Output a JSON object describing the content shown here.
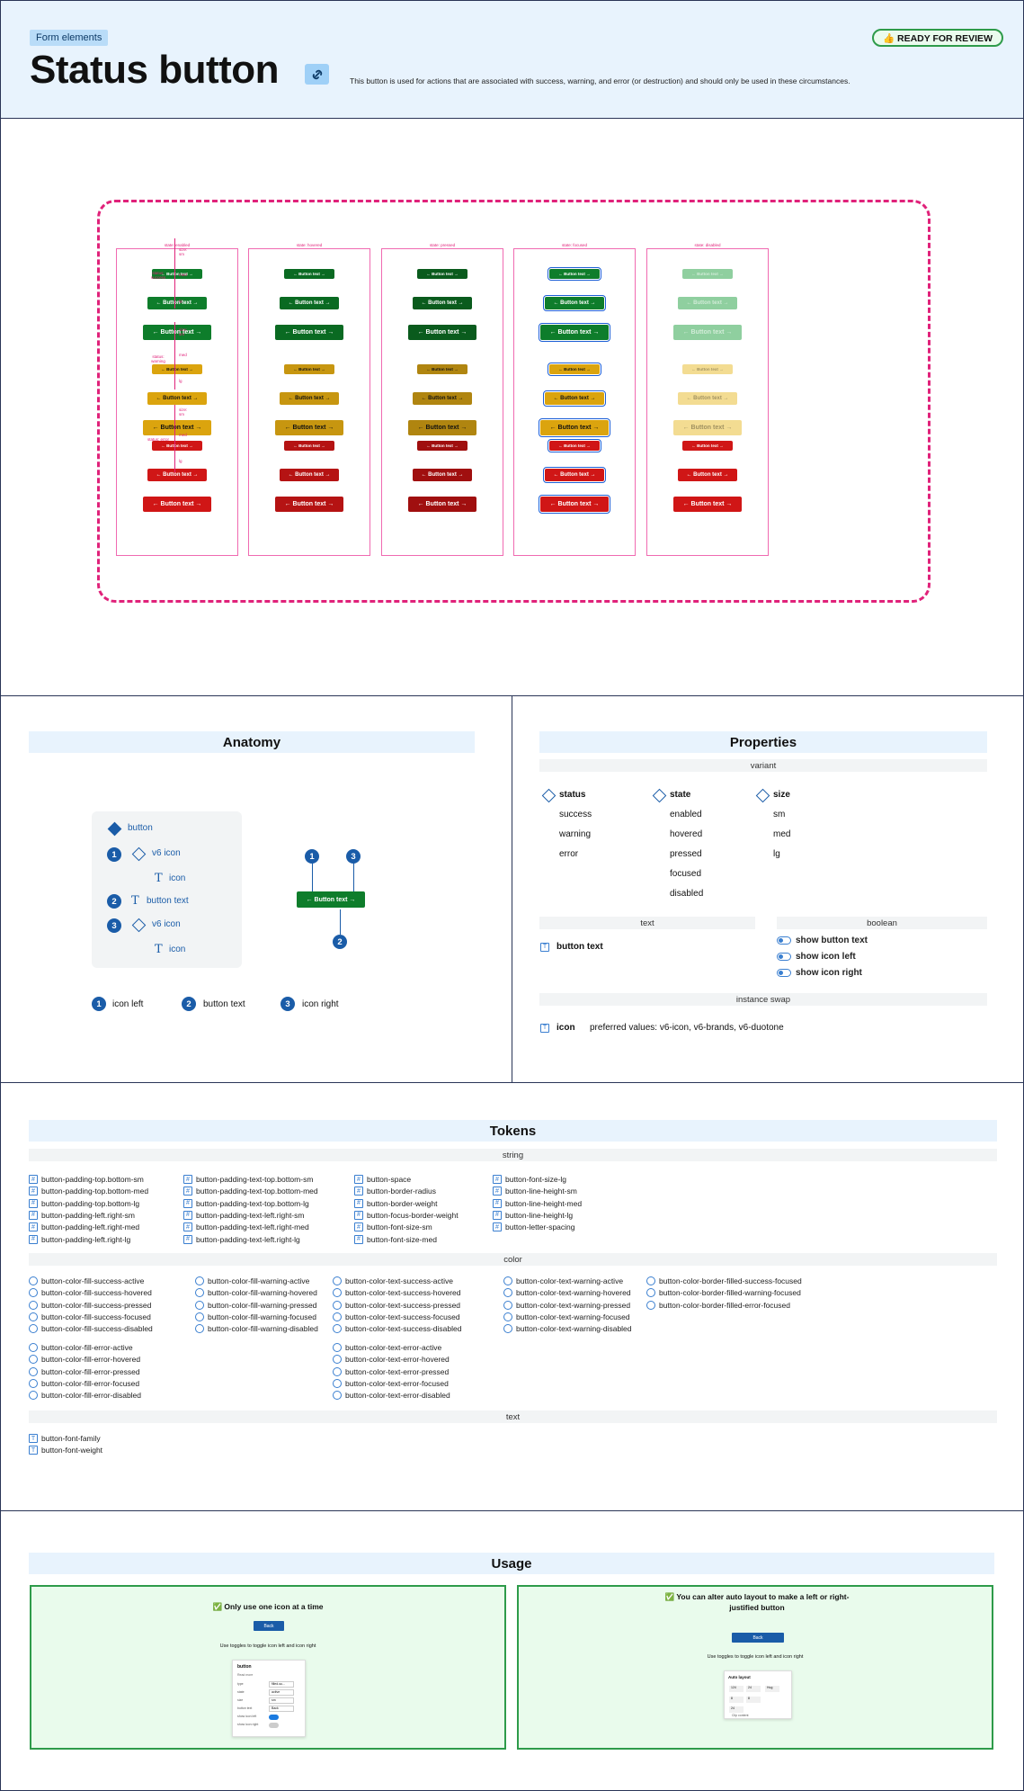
{
  "header": {
    "tag": "Form elements",
    "title": "Status button",
    "description": "This button is used for actions that are associated with success, warning, and error (or destruction) and should only be used in these circumstances.",
    "badge": "👍 READY FOR REVIEW"
  },
  "showcase": {
    "states": [
      "state: enabled",
      "state: hovered",
      "state: pressed",
      "state: focused",
      "state: disabled"
    ],
    "statuses": [
      "status: success",
      "status: warning",
      "status: error"
    ],
    "sizes": [
      "size: sm",
      "med",
      "lg"
    ],
    "button_text": "Button text",
    "colors": {
      "success": [
        "#0e7d2b",
        "#0a6a22",
        "#0a5b1d",
        "#0e7d2b",
        "#8fcf9f"
      ],
      "warning": [
        "#dba40e",
        "#c79610",
        "#b08510",
        "#dba40e",
        "#f3dc92"
      ],
      "error": [
        "#d01616",
        "#b51313",
        "#a00f0f",
        "#d01616",
        "#d01616"
      ]
    }
  },
  "anatomy": {
    "title": "Anatomy",
    "tree": {
      "root": "button",
      "icon1": "v6 icon",
      "icon1_child": "icon",
      "text": "button text",
      "icon2": "v6 icon",
      "icon2_child": "icon"
    },
    "legend": [
      "icon left",
      "button text",
      "icon right"
    ],
    "sample_text": "Button text",
    "nums": [
      "1",
      "2",
      "3"
    ]
  },
  "properties": {
    "title": "Properties",
    "variant_label": "variant",
    "variants": [
      {
        "name": "status",
        "values": [
          "success",
          "warning",
          "error"
        ]
      },
      {
        "name": "state",
        "values": [
          "enabled",
          "hovered",
          "pressed",
          "focused",
          "disabled"
        ]
      },
      {
        "name": "size",
        "values": [
          "sm",
          "med",
          "lg"
        ]
      }
    ],
    "text_label": "text",
    "text_prop": "button text",
    "boolean_label": "boolean",
    "booleans": [
      "show button text",
      "show icon left",
      "show icon right"
    ],
    "swap_label": "instance swap",
    "swap_name": "icon",
    "swap_values": "preferred values: v6-icon, v6-brands, v6-duotone"
  },
  "tokens": {
    "title": "Tokens",
    "string_label": "string",
    "string_cols": [
      [
        "button-padding-top.bottom-sm",
        "button-padding-top.bottom-med",
        "button-padding-top.bottom-lg",
        "button-padding-left.right-sm",
        "button-padding-left.right-med",
        "button-padding-left.right-lg"
      ],
      [
        "button-padding-text-top.bottom-sm",
        "button-padding-text-top.bottom-med",
        "button-padding-text-top.bottom-lg",
        "button-padding-text-left.right-sm",
        "button-padding-text-left.right-med",
        "button-padding-text-left.right-lg"
      ],
      [
        "button-space",
        "button-border-radius",
        "button-border-weight",
        "button-focus-border-weight",
        "button-font-size-sm",
        "button-font-size-med"
      ],
      [
        "button-font-size-lg",
        "button-line-height-sm",
        "button-line-height-med",
        "button-line-height-lg",
        "button-letter-spacing"
      ]
    ],
    "color_label": "color",
    "color_cols": [
      [
        "button-color-fill-success-active",
        "button-color-fill-success-hovered",
        "button-color-fill-success-pressed",
        "button-color-fill-success-focused",
        "button-color-fill-success-disabled"
      ],
      [
        "button-color-fill-warning-active",
        "button-color-fill-warning-hovered",
        "button-color-fill-warning-pressed",
        "button-color-fill-warning-focused",
        "button-color-fill-warning-disabled"
      ],
      [
        "button-color-text-success-active",
        "button-color-text-success-hovered",
        "button-color-text-success-pressed",
        "button-color-text-success-focused",
        "button-color-text-success-disabled"
      ],
      [
        "button-color-text-warning-active",
        "button-color-text-warning-hovered",
        "button-color-text-warning-pressed",
        "button-color-text-warning-focused",
        "button-color-text-warning-disabled"
      ],
      [
        "button-color-border-filled-success-focused",
        "button-color-border-filled-warning-focused",
        "button-color-border-filled-error-focused"
      ]
    ],
    "color_cols2": [
      [
        "button-color-fill-error-active",
        "button-color-fill-error-hovered",
        "button-color-fill-error-pressed",
        "button-color-fill-error-focused",
        "button-color-fill-error-disabled"
      ],
      [
        "button-color-text-error-active",
        "button-color-text-error-hovered",
        "button-color-text-error-pressed",
        "button-color-text-error-focused",
        "button-color-text-error-disabled"
      ]
    ],
    "text_label": "text",
    "text_tokens": [
      "button-font-family",
      "button-font-weight"
    ]
  },
  "usage": {
    "title": "Usage",
    "cards": [
      {
        "title": "✅ Only use one icon at a time",
        "button": "Back",
        "caption": "Use toggles to toggle icon left and icon right"
      },
      {
        "title": "✅ You can alter auto layout to make a left or right-justified button",
        "button": "Back",
        "caption": "Use toggles to toggle icon left and icon right"
      }
    ],
    "panel1": {
      "title": "button",
      "rows": [
        [
          "type",
          "filled-su..."
        ],
        [
          "state",
          "active"
        ],
        [
          "size",
          "sm"
        ],
        [
          "button text",
          "Back"
        ],
        [
          "show icon left",
          ""
        ],
        [
          "show icon right",
          ""
        ]
      ],
      "link": "Read more"
    },
    "panel2": {
      "title": "Auto layout",
      "v1": "124",
      "v2": "24",
      "v3": "Hug",
      "v4": "8",
      "v5": "8",
      "v6": "24",
      "clip": "Clip content"
    }
  }
}
